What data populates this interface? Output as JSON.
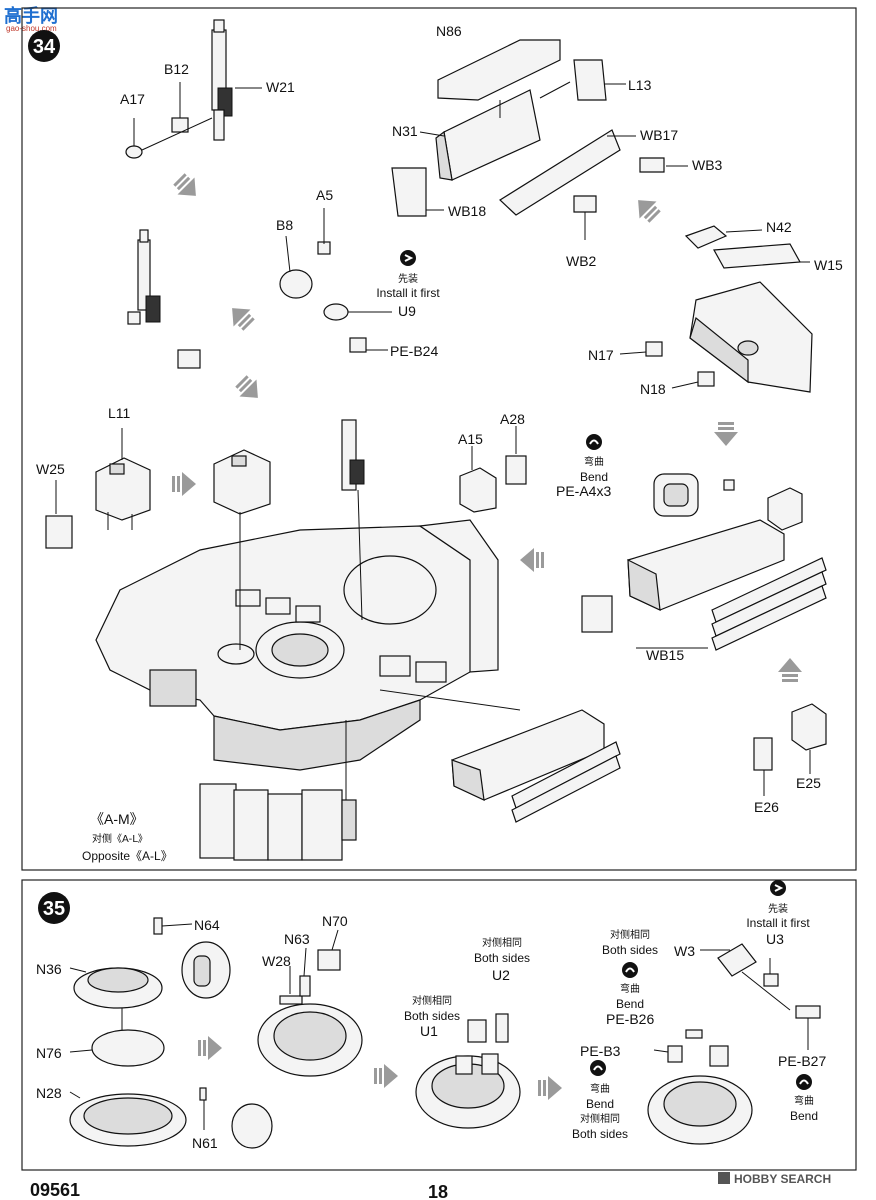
{
  "watermark": {
    "logo_text": "高手网",
    "logo_sub": "gao-shou.com",
    "site": "HOBBY SEARCH"
  },
  "colors": {
    "ink": "#111111",
    "panel_shade": "#dcdcdc",
    "direction_arrow": "#9a9a9a",
    "logo_blue": "#1f6fd0"
  },
  "footer": {
    "kit_number": "09561",
    "page_number": "18"
  },
  "step34": {
    "number": "34",
    "labels": {
      "a17": "A17",
      "b12": "B12",
      "w21": "W21",
      "n86": "N86",
      "l13": "L13",
      "n31": "N31",
      "wb17": "WB17",
      "wb3": "WB3",
      "wb18": "WB18",
      "wb2": "WB2",
      "a5": "A5",
      "b8": "B8",
      "u9": "U9",
      "pe_b24": "PE-B24",
      "n42": "N42",
      "w15": "W15",
      "n17": "N17",
      "n18": "N18",
      "l11": "L11",
      "w25": "W25",
      "a15": "A15",
      "a28": "A28",
      "pe_a4x3": "PE-A4x3",
      "wb15": "WB15",
      "e26": "E26",
      "e25": "E25",
      "am": "《A-M》",
      "opp_cn": "对侧《A-L》",
      "opp_en": "Opposite《A-L》"
    },
    "install_first": {
      "cn": "先装",
      "en": "Install it first",
      "icon": "install-first-icon"
    },
    "bend": {
      "cn": "弯曲",
      "en": "Bend",
      "icon": "bend-icon"
    }
  },
  "step35": {
    "number": "35",
    "labels": {
      "n64": "N64",
      "n36": "N36",
      "n76": "N76",
      "n28": "N28",
      "n61": "N61",
      "n70": "N70",
      "n63": "N63",
      "w28": "W28",
      "u2": "U2",
      "u1": "U1",
      "w3": "W3",
      "u3": "U3",
      "pe_b26": "PE-B26",
      "pe_b3": "PE-B3",
      "pe_b27": "PE-B27"
    },
    "both_sides": {
      "cn": "对侧相同",
      "en": "Both sides"
    },
    "install_first": {
      "cn": "先装",
      "en": "Install it first"
    },
    "bend": {
      "cn": "弯曲",
      "en": "Bend"
    }
  }
}
